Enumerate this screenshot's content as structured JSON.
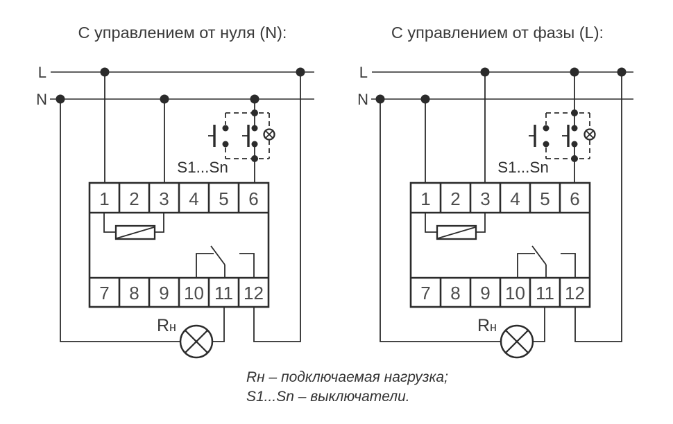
{
  "colors": {
    "line": "#2b2b2b",
    "text": "#3a3a3a",
    "terminal_digits": "#4c4c4c"
  },
  "caption": {
    "line1": "Rн – подключаемая нагрузка;",
    "line2": "S1...Sn – выключатели."
  },
  "diagrams": [
    {
      "title": "С управлением от нуля (N):",
      "phase_label": "L",
      "neutral_label": "N",
      "switch_group_label": "S1...Sn",
      "load_label_base": "R",
      "load_label_sub": "н",
      "terminals_top": [
        "1",
        "2",
        "3",
        "4",
        "5",
        "6"
      ],
      "terminals_bottom": [
        "7",
        "8",
        "9",
        "10",
        "11",
        "12"
      ]
    },
    {
      "title": "С управлением от фазы (L):",
      "phase_label": "L",
      "neutral_label": "N",
      "switch_group_label": "S1...Sn",
      "load_label_base": "R",
      "load_label_sub": "н",
      "terminals_top": [
        "1",
        "2",
        "3",
        "4",
        "5",
        "6"
      ],
      "terminals_bottom": [
        "7",
        "8",
        "9",
        "10",
        "11",
        "12"
      ]
    }
  ]
}
